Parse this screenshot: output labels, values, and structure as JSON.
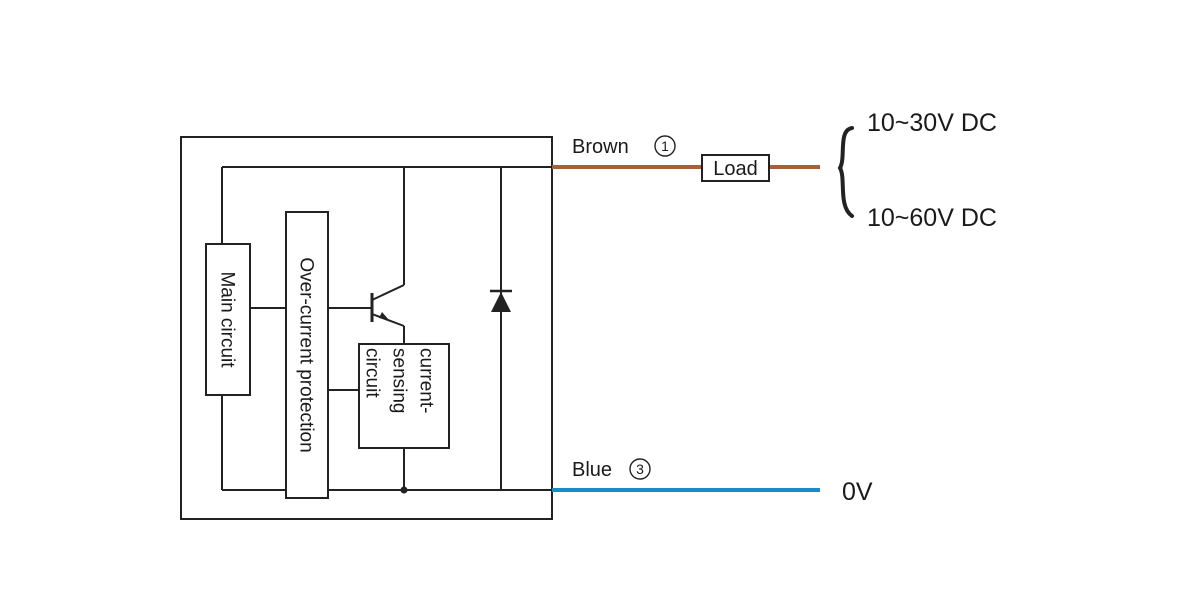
{
  "labels": {
    "brown": "Brown",
    "brown_pin": "1",
    "blue": "Blue",
    "blue_pin": "3",
    "load": "Load",
    "supply_upper": "10~30V DC",
    "supply_lower": "10~60V DC",
    "ground": "0V",
    "main_circuit": "Main circuit",
    "over_current": "Over-current protection",
    "sensing_line1": "current-",
    "sensing_line2": "sensing",
    "sensing_line3": "circuit"
  },
  "colors": {
    "brown_wire": "#a5603b",
    "blue_wire": "#1b8ac8",
    "line": "#222222"
  },
  "icons": {
    "transistor": "npn-transistor-icon",
    "diode": "diode-icon",
    "brace": "curly-brace-icon",
    "junction": "junction-dot-icon"
  }
}
